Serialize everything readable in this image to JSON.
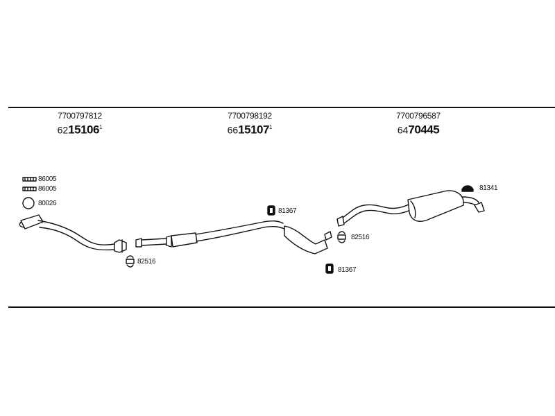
{
  "sections": [
    {
      "oe_number": "7700797812",
      "prefix": "62",
      "main": "15106",
      "suffix": "1"
    },
    {
      "oe_number": "7700798192",
      "prefix": "66",
      "main": "15107",
      "suffix": "1"
    },
    {
      "oe_number": "7700796587",
      "prefix": "64",
      "main": "70445",
      "suffix": ""
    }
  ],
  "labels": {
    "clamp_1": "86005",
    "clamp_2": "86005",
    "gasket": "80026",
    "clip_left": "82516",
    "hanger_upper": "81367",
    "clip_right": "82516",
    "hanger_lower": "81367",
    "hanger_rear": "81341"
  }
}
